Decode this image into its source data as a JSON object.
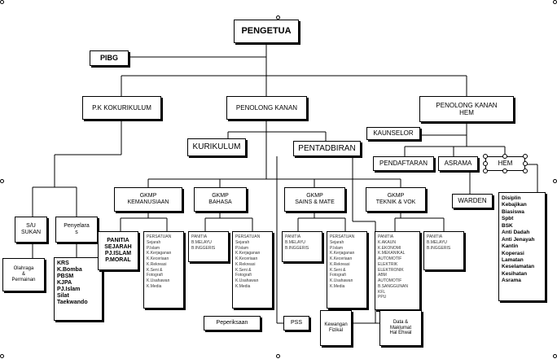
{
  "chart": {
    "pengetua": "PENGETUA",
    "pibg": "PIBG",
    "pk_kokurikulum": "P.K KOKURIKULUM",
    "pk_penolong_kanan": "PENOLONG KANAN",
    "pk_hem": "PENOLONG KANAN\nHEM",
    "kaunselor": "KAUNSELOR",
    "kurikulum": "KURIKULUM",
    "pentadbiran": "PENTADBIRAN",
    "pendaftaran": "PENDAFTARAN",
    "asrama": "ASRAMA",
    "hem": "HEM",
    "warden": "WARDEN",
    "su_sukan": "S/U\nSUKAN",
    "penyelaras": "Penyelara\ns",
    "gkmp_kemanusiaan": "GKMP\nKEMANUSIAAN",
    "gkmp_bahasa": "GKMP\nBAHASA",
    "gkmp_sains": "GKMP\nSAINS & MATE",
    "gkmp_teknik": "GKMP\nTEKNIK & VOK",
    "sukan_list": "Olahraga\n&\nPermainan",
    "penyelaras_list": "KRS\nK.Bomba\nPBSM\nKJPA\nPJ.Islam\nSilat\nTaekwando",
    "kemanusiaan_panitia": "PANITIA\nSEJARAH\nPJ.ISLAM\nP.MORAL",
    "kemanusiaan_persatuan": "PERSATUAN\nSejarah\nP.Islam\nK.Kerjaganan\nK.Keceriaan\nK.Rekreasi\nK.Seni &\nFotografi\nK.Usahawan\nK.Media",
    "bahasa_panitia": "PANITIA\nB.MELAYU\nB.INGGERIS",
    "bahasa_persatuan": "PERSATUAN\nSejarah\nP.Islam\nK.Kerjaganan\nK.Keceriaan\nK.Rekreasi\nK.Seni &\nFotografi\nK.Usahawan\nK.Media",
    "sains_panitia": "PANITIA\nB.MELAYU\nB.INGGERIS",
    "sains_persatuan": "PERSATUAN\nSejarah\nP.Islam\nK.Kerjaganan\nK.Keceriaan\nK.Rekreasi\nK.Seni &\nFotografi\nK.Usahawan\nK.Media",
    "teknik_list": "PANITIA\nK.AKAUN\nK.EKONOMI\nK.MEKANIKAL\nAUTOMOTIF\nELEKTRIK\nELEKTRONIK\nABM\nAUTOMOTIF\nB.SANGGUNAN\nKFL\nPPU",
    "teknik_panitia": "PANITIA\nB.MELAYU\nB.INGGERIS",
    "peperiksaan": "Peperiksaan",
    "pss": "PSS",
    "kewangan": "Kewangan\nFizikal",
    "data": "Data &\nMaklumat\nHal Ehwal",
    "hem_list": "Disiplin\nKebajikan\nBiasiswa\nSpbt\nBSK\nAnti Dadah\nAnti Jenayah\nKantin\nKoperasi\nLamatan\nKeselamatan\nKesihatan\nAsrama"
  }
}
